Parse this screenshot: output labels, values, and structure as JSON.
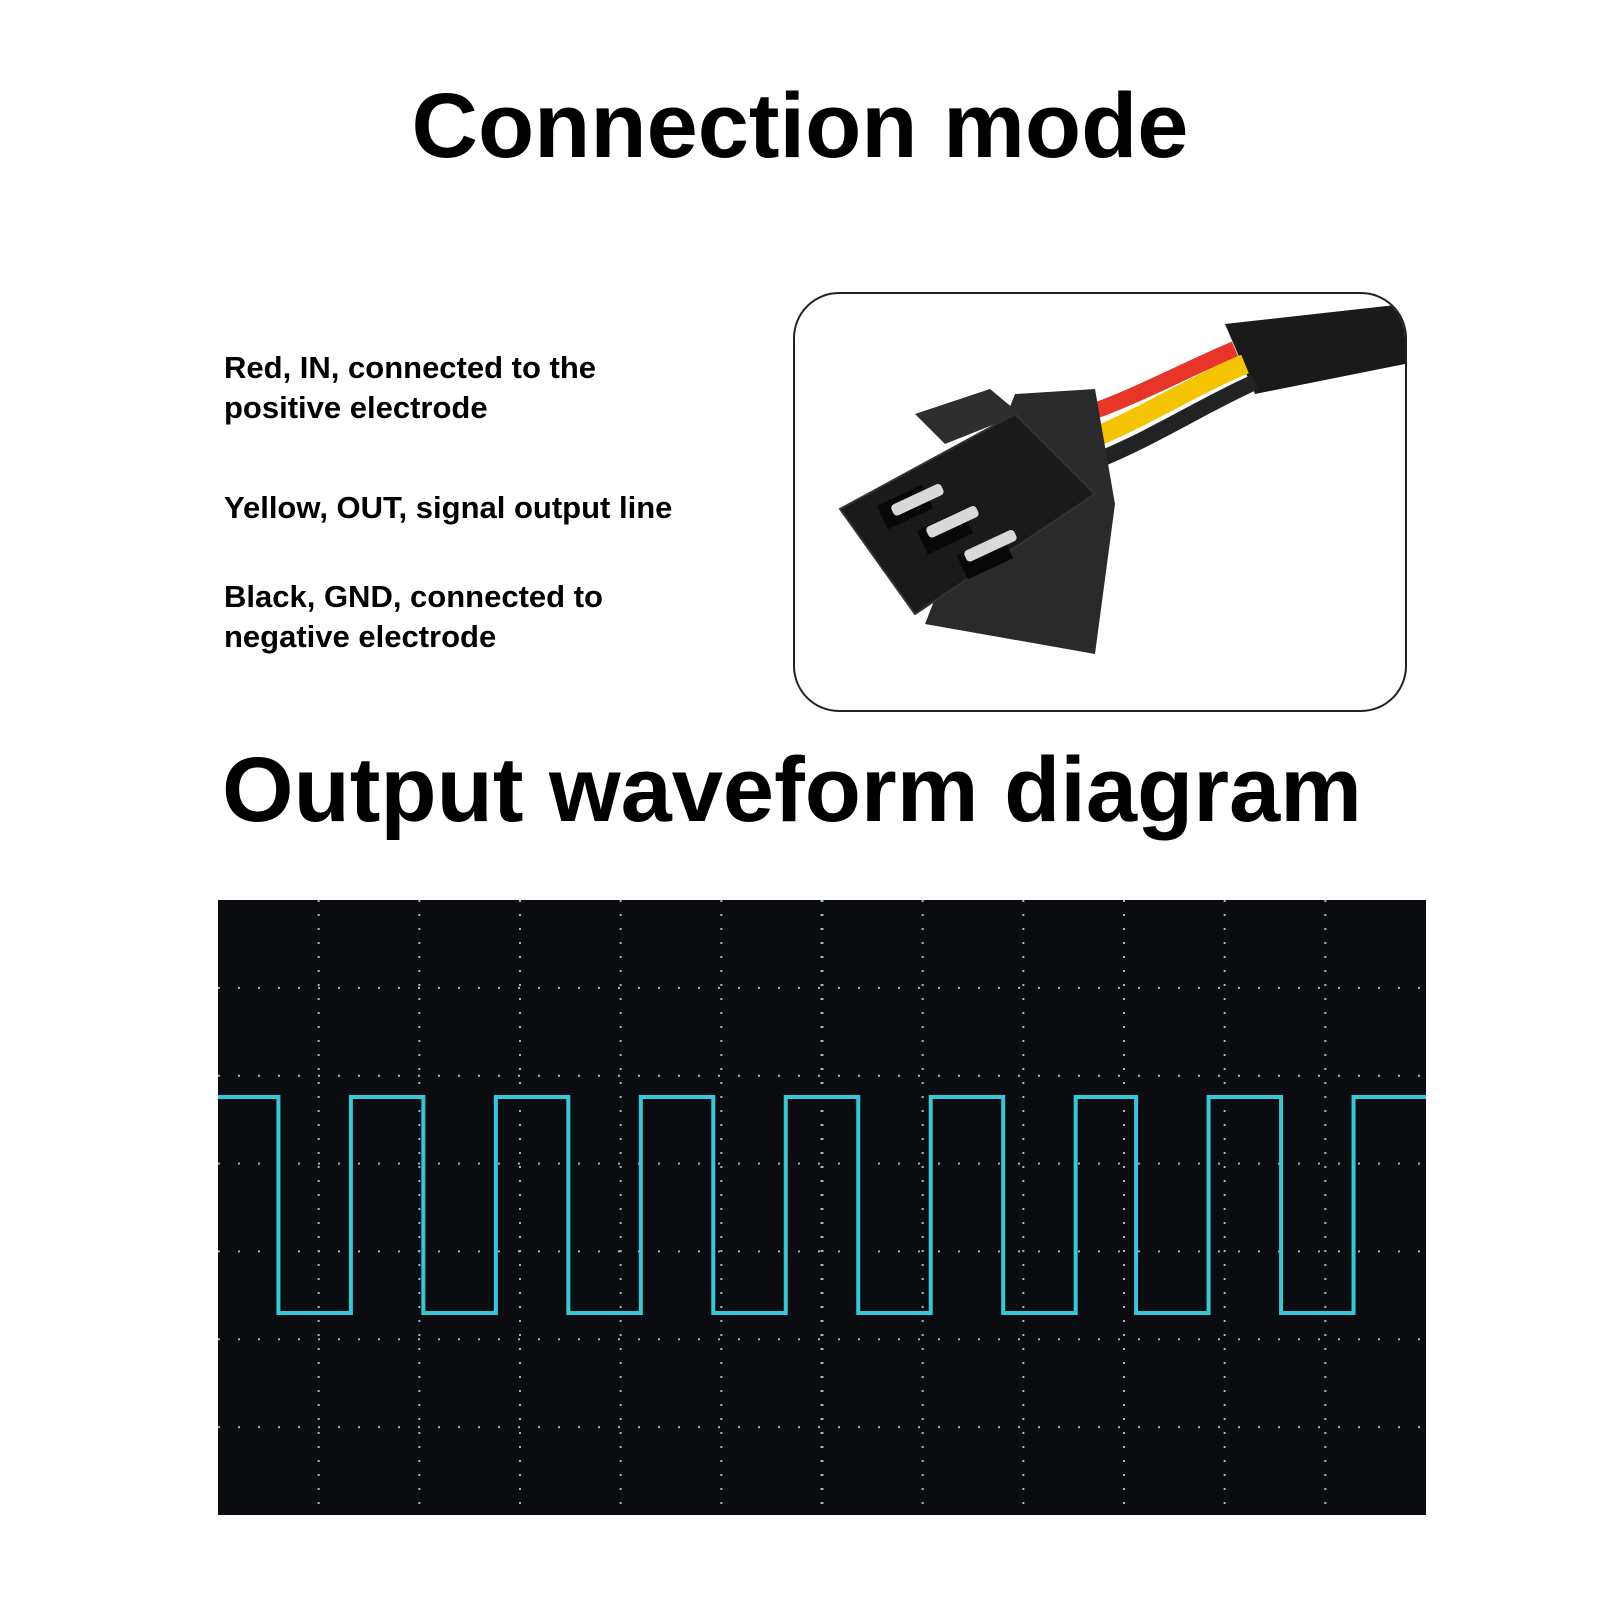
{
  "headings": {
    "connection": "Connection mode",
    "waveform": "Output waveform diagram"
  },
  "wires": [
    {
      "color": "#e8352a",
      "text": "Red, IN, connected to the positive electrode"
    },
    {
      "color": "#f5c400",
      "text": "Yellow, OUT, signal output line"
    },
    {
      "color": "#111111",
      "text": "Black, GND, connected to negative electrode"
    }
  ],
  "waveform": {
    "trace_color": "#35c8d8",
    "background_color": "#0a0c10",
    "grid_color": "#9fb4c8",
    "levels": {
      "high": 1,
      "low": 0
    },
    "transitions": [
      {
        "t": 0.0,
        "v": 1
      },
      {
        "t": 0.05,
        "v": 0
      },
      {
        "t": 0.11,
        "v": 1
      },
      {
        "t": 0.17,
        "v": 0
      },
      {
        "t": 0.23,
        "v": 1
      },
      {
        "t": 0.29,
        "v": 0
      },
      {
        "t": 0.35,
        "v": 1
      },
      {
        "t": 0.41,
        "v": 0
      },
      {
        "t": 0.47,
        "v": 1
      },
      {
        "t": 0.53,
        "v": 0
      },
      {
        "t": 0.59,
        "v": 1
      },
      {
        "t": 0.65,
        "v": 0
      },
      {
        "t": 0.71,
        "v": 1
      },
      {
        "t": 0.76,
        "v": 0
      },
      {
        "t": 0.82,
        "v": 1
      },
      {
        "t": 0.88,
        "v": 0
      },
      {
        "t": 0.94,
        "v": 1
      },
      {
        "t": 1.0,
        "v": 1
      }
    ],
    "grid_divisions": {
      "x": 12,
      "y": 7
    }
  }
}
